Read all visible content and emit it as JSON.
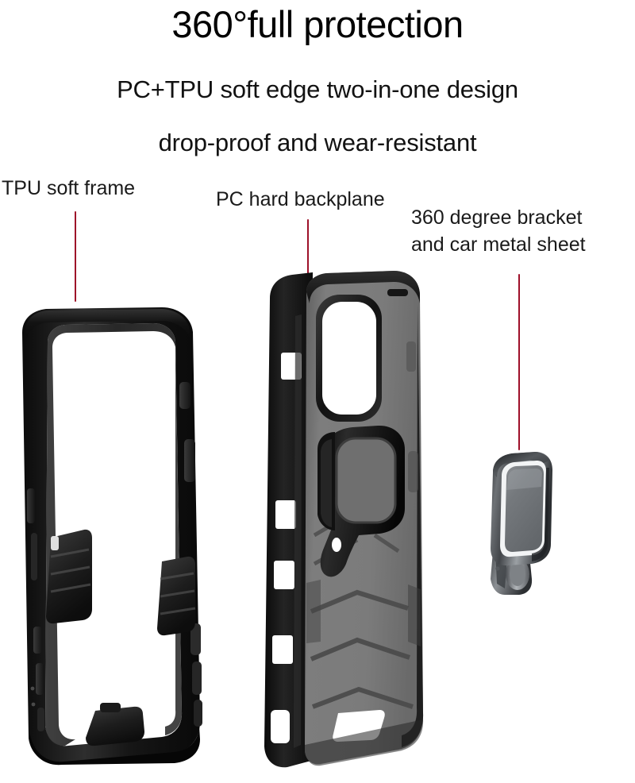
{
  "header": {
    "title": "360°full protection",
    "subtitle_line1": "PC+TPU soft edge two-in-one design",
    "subtitle_line2": "drop-proof and wear-resistant"
  },
  "callouts": [
    {
      "id": "tpu-soft-frame",
      "label": "TPU soft frame",
      "leader_color": "#9e1029"
    },
    {
      "id": "pc-hard-backplane",
      "label": "PC hard backplane",
      "leader_color": "#9e1029"
    },
    {
      "id": "bracket",
      "label_line1": "360 degree bracket",
      "label_line2": "and car metal sheet",
      "leader_color": "#9e1029"
    }
  ],
  "products": [
    {
      "id": "tpu-frame",
      "name": "TPU soft frame",
      "description": "Hollow black soft TPU bumper frame with side button covers and bottom port cutout",
      "color": "#111111"
    },
    {
      "id": "pc-backplane",
      "name": "PC hard backplane",
      "description": "Grey hard PC back shell with camera cutout, angular armor grooves and built-in folding ring kickstand",
      "color": "#7b7b7b"
    },
    {
      "id": "metal-ring-bracket",
      "name": "360 degree bracket and car metal sheet",
      "description": "Metallic grey rounded-rectangle finger ring bracket with hinge pivot",
      "color": "#6d6f73"
    }
  ],
  "colors": {
    "background": "#ffffff",
    "text": "#111111",
    "leader_line": "#9e1029",
    "case_black": "#111111",
    "backplane_grey": "#7b7b7b",
    "metal_grey": "#6d6f73"
  }
}
